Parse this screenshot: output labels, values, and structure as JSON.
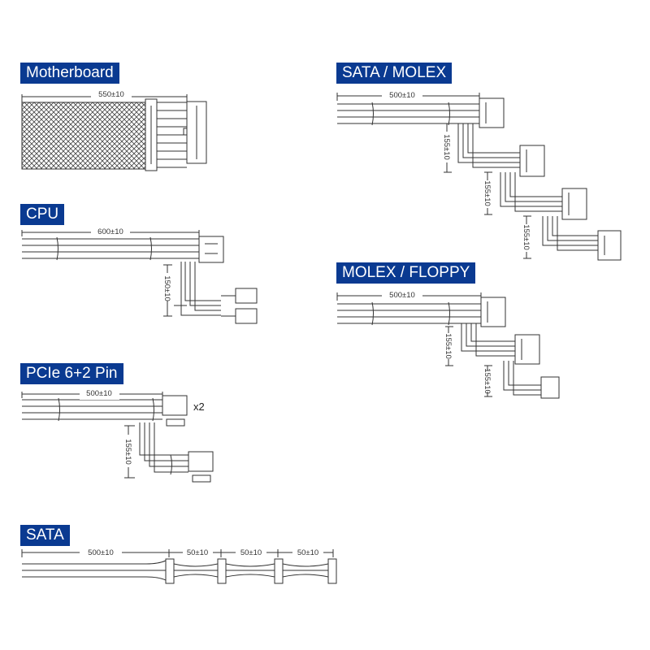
{
  "sections": {
    "motherboard": {
      "title": "Motherboard",
      "length_label": "550±10"
    },
    "cpu": {
      "title": "CPU",
      "length_label": "600±10",
      "branch_label": "150±10"
    },
    "pcie": {
      "title": "PCIe 6+2 Pin",
      "length_label": "500±10",
      "branch_label": "155±10",
      "multiplier": "x2"
    },
    "sata": {
      "title": "SATA",
      "length_label": "500±10",
      "segment_labels": [
        "50±10",
        "50±10",
        "50±10"
      ]
    },
    "sata_molex": {
      "title": "SATA / MOLEX",
      "length_label": "500±10",
      "branch_labels": [
        "155±10",
        "155±10",
        "155±10"
      ]
    },
    "molex_floppy": {
      "title": "MOLEX / FLOPPY",
      "length_label": "500±10",
      "branch_labels": [
        "155±10",
        "155±10"
      ]
    }
  },
  "colors": {
    "title_background": "#0a3a91",
    "title_text": "#ffffff",
    "line": "#333333"
  }
}
